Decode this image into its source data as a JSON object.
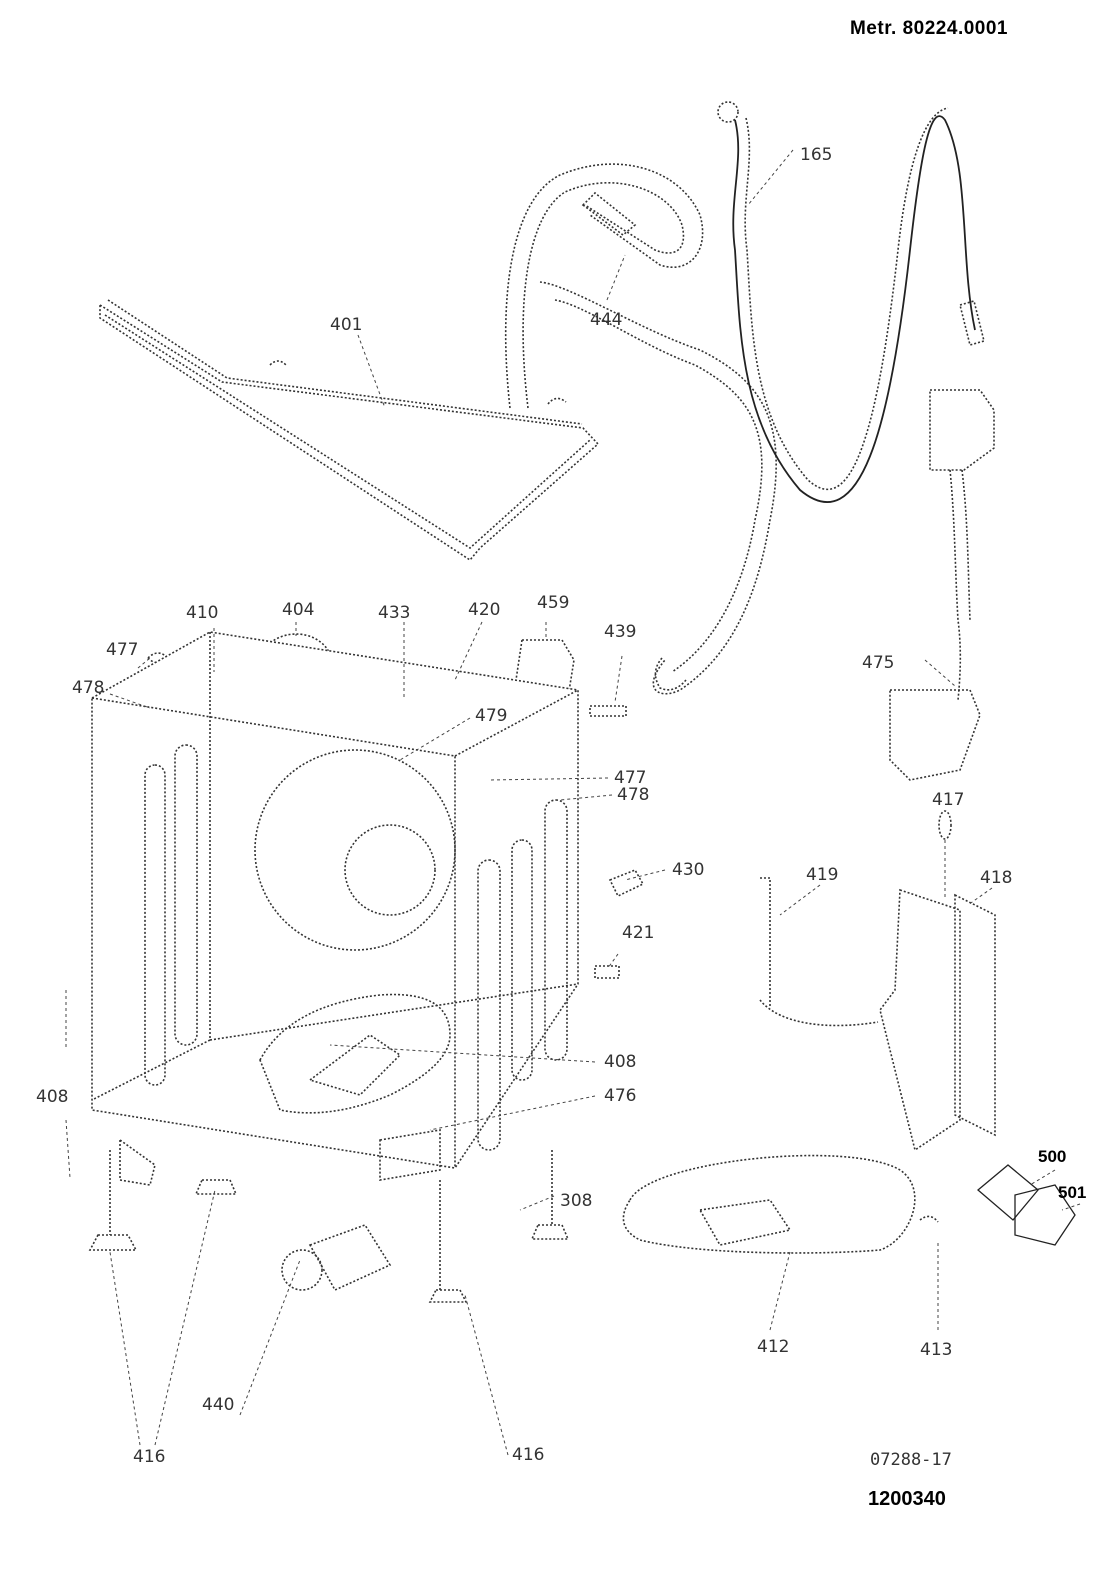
{
  "header": {
    "doc_number": "Metr. 80224.0001",
    "drawing_ref": "07288-17",
    "part_number": "1200340"
  },
  "labels": {
    "l401": "401",
    "l444": "444",
    "l165": "165",
    "l404": "404",
    "l433": "433",
    "l420": "420",
    "l459": "459",
    "l439": "439",
    "l410": "410",
    "l477a": "477",
    "l478a": "478",
    "l479": "479",
    "l477b": "477",
    "l478b": "478",
    "l430": "430",
    "l421": "421",
    "l408a": "408",
    "l408b": "408",
    "l476": "476",
    "l475": "475",
    "l417": "417",
    "l419": "419",
    "l418": "418",
    "l500": "500",
    "l501": "501",
    "l412": "412",
    "l413": "413",
    "l308": "308",
    "l416a": "416",
    "l440": "440",
    "l416b": "416"
  }
}
